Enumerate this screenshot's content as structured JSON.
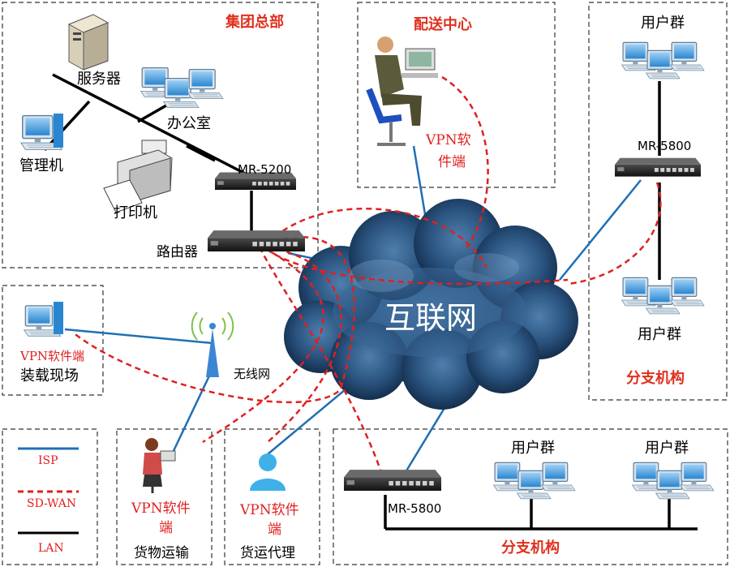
{
  "hq": {
    "title": "集团总部",
    "server": "服务器",
    "office": "办公室",
    "admin": "管理机",
    "printer": "打印机",
    "mr5200": "MR-5200",
    "router": "路由器"
  },
  "dispatch": {
    "title": "配送中心",
    "vpn_line1": "VPN软",
    "vpn_line2": "件端"
  },
  "branch_top": {
    "users_top": "用户群",
    "mr5800": "MR-5800",
    "users_bottom": "用户群",
    "title": "分支机构"
  },
  "loading": {
    "vpn": "VPN软件端",
    "site": "装载现场"
  },
  "wireless": "无线网",
  "internet": "互联网",
  "legend": {
    "isp": "ISP",
    "sdwan": "SD-WAN",
    "lan": "LAN"
  },
  "cargo": {
    "vpn_line1": "VPN软件",
    "vpn_line2": "端",
    "title": "货物运输"
  },
  "agent": {
    "vpn_line1": "VPN软件",
    "vpn_line2": "端",
    "title": "货运代理"
  },
  "branch_bottom": {
    "mr5800": "MR-5800",
    "users_a": "用户群",
    "users_b": "用户群",
    "title": "分支机构"
  },
  "colors": {
    "isp": "#1f6fb5",
    "sdwan": "#e02020",
    "lan": "#000000",
    "title_red": "#e0301e",
    "cloud": "#23466e"
  }
}
